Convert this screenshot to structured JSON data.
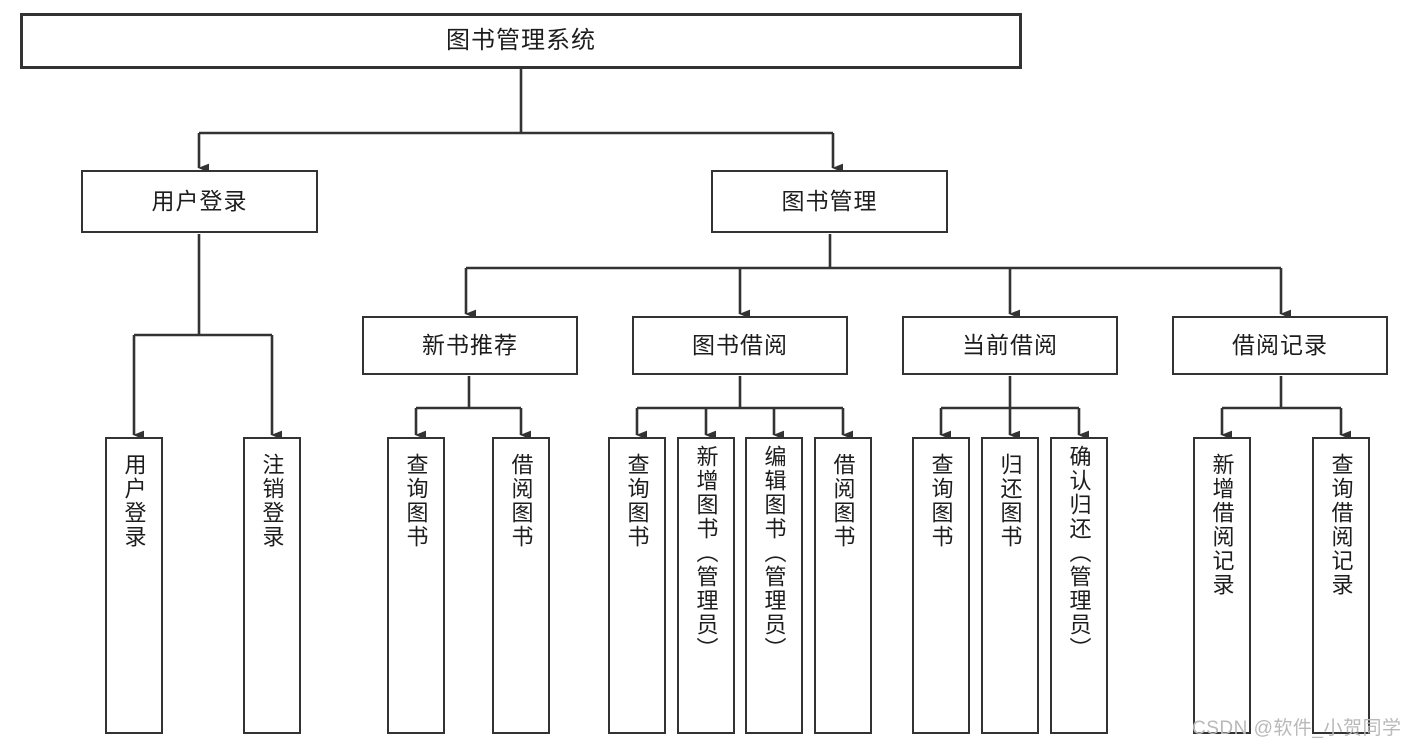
{
  "diagram": {
    "type": "hierarchy-tree",
    "title": "图书管理系统",
    "watermark": "CSDN @软件_小贺同学",
    "colors": {
      "box_border": "#333333",
      "box_fill": "#ffffff",
      "connector": "#333333",
      "text": "#1d1d1d",
      "watermark": "#b9b9b9",
      "background": "#ffffff"
    },
    "levels": {
      "root": {
        "label": "图书管理系统"
      },
      "level2": [
        {
          "id": "user-login",
          "label": "用户登录"
        },
        {
          "id": "book-manage",
          "label": "图书管理"
        }
      ],
      "level3": [
        {
          "id": "new-book-recommend",
          "label": "新书推荐"
        },
        {
          "id": "book-borrow",
          "label": "图书借阅"
        },
        {
          "id": "current-borrow",
          "label": "当前借阅"
        },
        {
          "id": "borrow-record",
          "label": "借阅记录"
        }
      ],
      "leaves": {
        "user_login": [
          {
            "id": "leaf-user-login",
            "label": "用户登录"
          },
          {
            "id": "leaf-logout",
            "label": "注销登录"
          }
        ],
        "new_book_recommend": [
          {
            "id": "leaf-query-book-1",
            "label": "查询图书"
          },
          {
            "id": "leaf-borrow-book-1",
            "label": "借阅图书"
          }
        ],
        "book_borrow": [
          {
            "id": "leaf-query-book-2",
            "label": "查询图书"
          },
          {
            "id": "leaf-add-book",
            "label": "新增图书（管理员）"
          },
          {
            "id": "leaf-edit-book",
            "label": "编辑图书（管理员）"
          },
          {
            "id": "leaf-borrow-book-2",
            "label": "借阅图书"
          }
        ],
        "current_borrow": [
          {
            "id": "leaf-query-book-3",
            "label": "查询图书"
          },
          {
            "id": "leaf-return-book",
            "label": "归还图书"
          },
          {
            "id": "leaf-confirm-return",
            "label": "确认归还（管理员）"
          }
        ],
        "borrow_record": [
          {
            "id": "leaf-add-record",
            "label": "新增借阅记录"
          },
          {
            "id": "leaf-query-record",
            "label": "查询借阅记录"
          }
        ]
      }
    }
  }
}
